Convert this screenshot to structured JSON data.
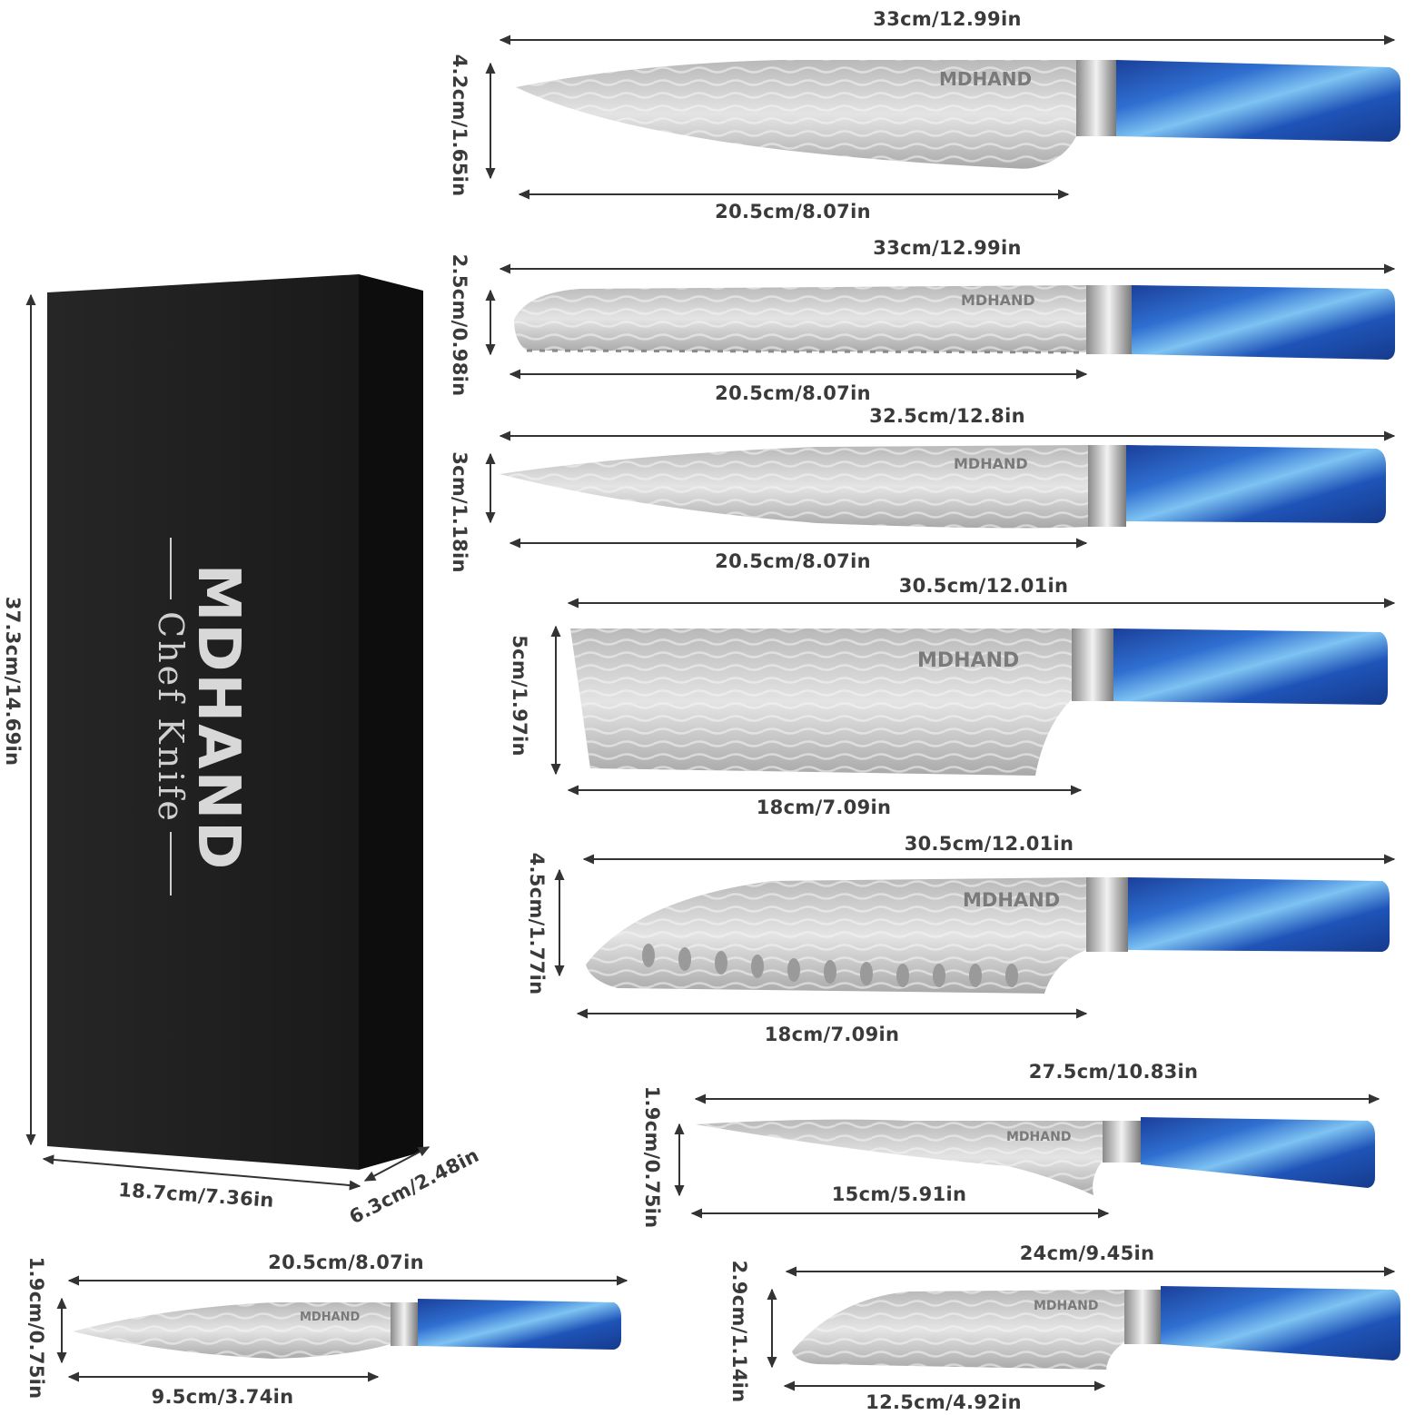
{
  "brand": "MDHAND",
  "box": {
    "brand": "MDHAND",
    "subtitle": "Chef Knife",
    "height": "37.3cm/14.69in",
    "width": "18.7cm/7.36in",
    "depth": "6.3cm/2.48in"
  },
  "knives": [
    {
      "total": "33cm/12.99in",
      "height": "4.2cm/1.65in",
      "blade": "20.5cm/8.07in"
    },
    {
      "total": "33cm/12.99in",
      "height": "2.5cm/0.98in",
      "blade": "20.5cm/8.07in"
    },
    {
      "total": "32.5cm/12.8in",
      "height": "3cm/1.18in",
      "blade": "20.5cm/8.07in"
    },
    {
      "total": "30.5cm/12.01in",
      "height": "5cm/1.97in",
      "blade": "18cm/7.09in"
    },
    {
      "total": "30.5cm/12.01in",
      "height": "4.5cm/1.77in",
      "blade": "18cm/7.09in"
    },
    {
      "total": "27.5cm/10.83in",
      "height": "1.9cm/0.75in",
      "blade": "15cm/5.91in"
    },
    {
      "total": "20.5cm/8.07in",
      "height": "1.9cm/0.75in",
      "blade": "9.5cm/3.74in"
    },
    {
      "total": "24cm/9.45in",
      "height": "2.9cm/1.14in",
      "blade": "12.5cm/4.92in"
    }
  ],
  "colors": {
    "handle": "#1d4fb0",
    "handle_light": "#5aa8e8",
    "blade": "#c9c9c9",
    "box": "#1c1c1c",
    "dimension_line": "#333333"
  }
}
